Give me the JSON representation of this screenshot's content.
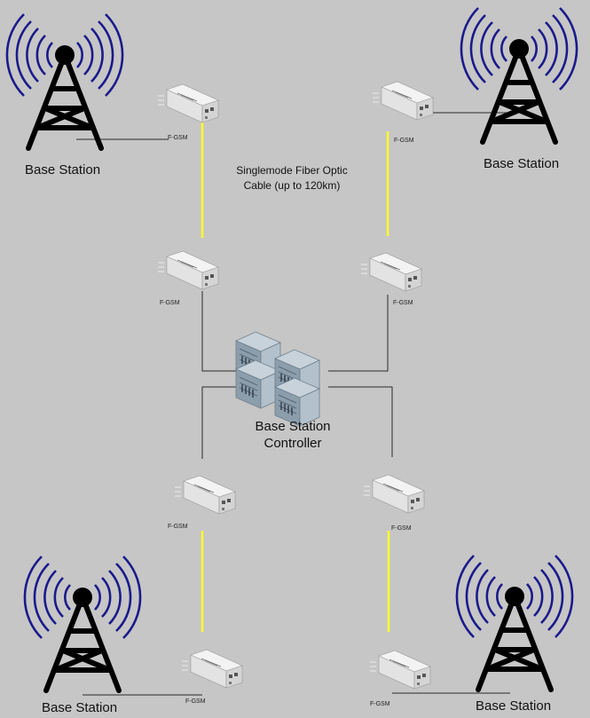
{
  "labels": {
    "base_station": "Base Station",
    "transceiver": "F-GSM",
    "fiber_caption_line1": "Singlemode Fiber Optic",
    "fiber_caption_line2": "Cable (up to 120km)",
    "controller_line1": "Base Station",
    "controller_line2": "Controller"
  },
  "icons": {
    "tower": "cell-tower-icon",
    "transceiver": "fiber-transceiver-icon",
    "controller": "server-stack-icon"
  },
  "colors": {
    "background": "#c6c6c6",
    "fiber": "#ffff2a",
    "copper": "#2a2a2a",
    "radio_waves": "#1a1a8c",
    "tower": "#000000"
  }
}
